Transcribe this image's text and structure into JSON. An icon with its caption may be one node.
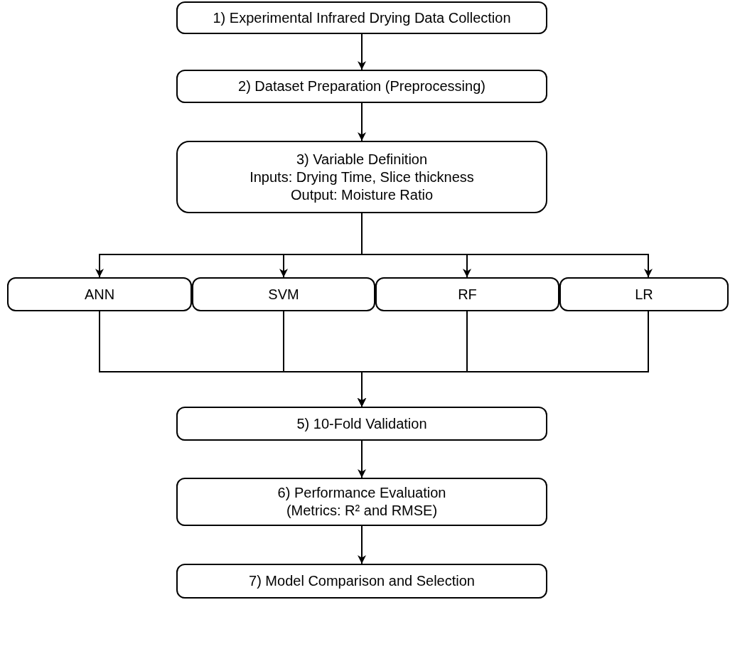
{
  "diagram": {
    "nodes": [
      {
        "text": [
          "1) Experimental Infrared Drying Data Collection"
        ]
      },
      {
        "text": [
          "2) Dataset Preparation (Preprocessing)"
        ]
      },
      {
        "text": [
          "3) Variable Definition",
          "Inputs: Drying Time, Slice thickness",
          "Output: Moisture Ratio"
        ]
      },
      {
        "text": [
          "ANN"
        ]
      },
      {
        "text": [
          "SVM"
        ]
      },
      {
        "text": [
          "RF"
        ]
      },
      {
        "text": [
          "LR"
        ]
      },
      {
        "text": [
          "5) 10-Fold Validation"
        ]
      },
      {
        "text": [
          "6) Performance Evaluation",
          "(Metrics: R² and RMSE)"
        ]
      },
      {
        "text": [
          "7) Model Comparison and Selection"
        ]
      }
    ],
    "edges": [
      {
        "from": 0,
        "to": 1,
        "arrow": "to"
      },
      {
        "from": 1,
        "to": 2,
        "arrow": "to"
      },
      {
        "from": 2,
        "to": 3,
        "arrow": "to"
      },
      {
        "from": 2,
        "to": 4,
        "arrow": "to"
      },
      {
        "from": 2,
        "to": 5,
        "arrow": "to"
      },
      {
        "from": 2,
        "to": 6,
        "arrow": "to"
      },
      {
        "from": 3,
        "to": 7,
        "arrow": "to"
      },
      {
        "from": 4,
        "to": 7,
        "arrow": "to"
      },
      {
        "from": 5,
        "to": 7,
        "arrow": "to"
      },
      {
        "from": 6,
        "to": 7,
        "arrow": "to"
      },
      {
        "from": 7,
        "to": 8,
        "arrow": "to"
      },
      {
        "from": 8,
        "to": 9,
        "arrow": "to"
      }
    ]
  }
}
